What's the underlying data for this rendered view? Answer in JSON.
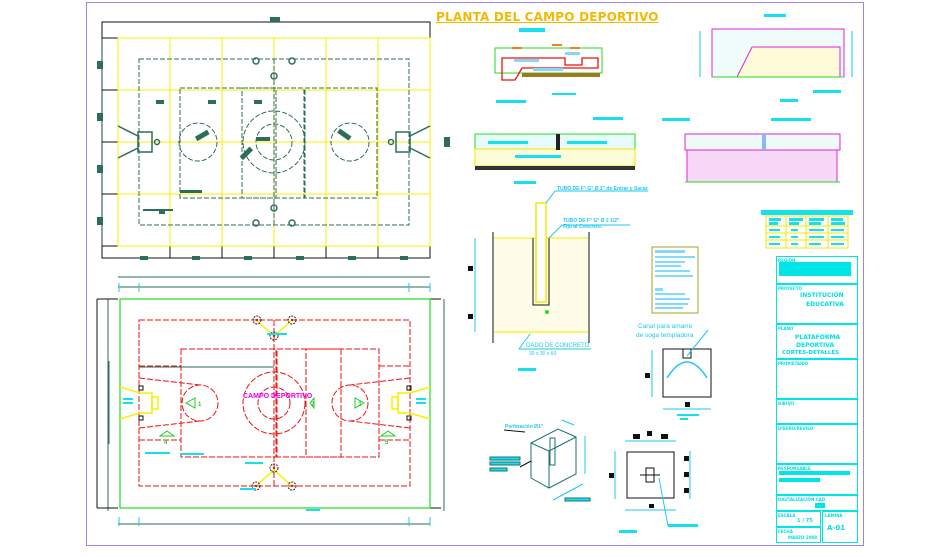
{
  "sheet": {
    "title": "PLANTA DEL CAMPO DEPORTIVO",
    "colors": {
      "frame": "#9b84ee",
      "title": "#f5b800",
      "grid": "#f7f000",
      "structure": "#2d6e5a",
      "court_lines": "#ee1111",
      "court_border": "#22dd22",
      "text_cyan": "#16e0f0",
      "court_label": "#ee00ee",
      "concrete": "#f0ea00",
      "subbase": "#dd00dd"
    }
  },
  "court_plan": {
    "center_label": "CAMPO DEPORTIVO",
    "markers": [
      "1",
      "2",
      "3",
      "4",
      "5"
    ]
  },
  "details": {
    "pipe_label_1": "TUBO DE F° G° Ø 3\" de Entrar y Sacar.",
    "pipe_label_2a": "TUBO DE F° G° Ø 2 1/2\"",
    "pipe_label_2b": "Fijo al Concreto.",
    "concrete_die_a": "DADO DE CONCRETO",
    "concrete_die_b": "30 x 30 x 60",
    "channel_a": "Canal para amarre",
    "channel_b": "de soga templadora",
    "perforation": "Perforación Ø1\"",
    "notes_title_1": "ESPECIFICACIONES",
    "notes_title_2": "NOTA"
  },
  "title_block": {
    "section_client": "REGIÓN",
    "section_project": "PROYECTO",
    "project_line_1": "INSTITUCIÓN",
    "project_line_2": "EDUCATIVA",
    "section_plan": "PLANO",
    "plan_line_1": "PLATAFORMA",
    "plan_line_2": "DEPORTIVA",
    "plan_line_3": "CORTES-DETALLES",
    "section_owner": "PROPIETARIO",
    "section_drawn": "DIBUJO",
    "section_designer": "DISEÑO/REVISÓ",
    "section_responsible": "RESPONSABLE",
    "section_cad": "DIGITALIZACIÓN CAD",
    "scale_label": "ESCALA",
    "scale_value": "1 / 75",
    "sheet_label": "LÁMINA",
    "sheet_value": "A-01",
    "date_label": "FECHA",
    "date_value": "MARZO 2008"
  }
}
